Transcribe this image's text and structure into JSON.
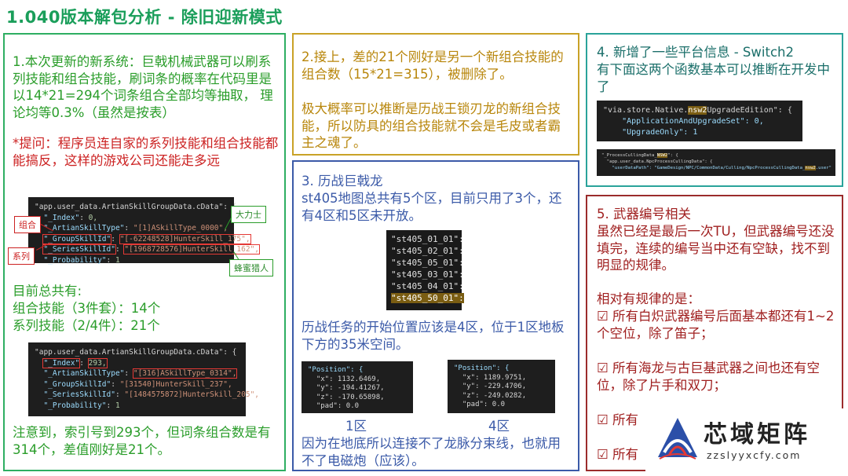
{
  "title": "1.040版本解包分析 - 除旧迎新模式",
  "panel1": {
    "intro": "1.本次更新的新系统：巨戟机械武器可以刷系列技能和组合技能，刷词条的概率在代码里是以14*21=294个词条组合全部均等抽取，  理论均等0.3%（虽然是按表）",
    "note": "*提问：程序员连自家的系列技能和组合技能都能搞反，这样的游戏公司还能走多远",
    "code1": {
      "l1": "\"app.user_data.ArtianSkillGroupData.cData\": {",
      "l2k": "\"_Index\"",
      "l2v": "0,",
      "l3k": "\"_ArtianSkillType\"",
      "l3v": "\"[1]ASkillType_0000\",",
      "l4k": "\"_GroupSkillId\"",
      "l4v": "\"[-62248528]HunterSkill_175\",",
      "l5k": "\"_SeriesSkillId\"",
      "l5v": "\"[1968728576]HunterSkill_162\",",
      "l6k": "\"_Probability\"",
      "l6v": "1"
    },
    "labels": {
      "combo": "组合",
      "series": "系列",
      "strong": "大力士",
      "bee": "蜂蜜猎人"
    },
    "totals_title": "目前总共有:",
    "totals_combo": "组合技能（3件套）：14个",
    "totals_series": "系列技能（2/4件）：21个",
    "code2": {
      "l1": "\"app.user_data.ArtianSkillGroupData.cData\": {",
      "l2k": "\"_Index\"",
      "l2v": "293,",
      "l3k": "\"_ArtianSkillType\"",
      "l3v": "\"[316]ASkillType_0314\",",
      "l4k": "\"_GroupSkillId\"",
      "l4v": "\"[31540]HunterSkill_237\",",
      "l5k": "\"_SeriesSkillId\"",
      "l5v": "\"[1484575872]HunterSkill_205\",",
      "l6k": "\"_Probability\"",
      "l6v": "1"
    },
    "footer": "注意到，索引号到293个，但词条组合数是有314个，差值刚好是21个。"
  },
  "panel2": {
    "p1": "2.接上，差的21个刚好是另一个新组合技能的组合数（15*21=315），被删除了。",
    "p2": "极大概率可以推断是历战王锁刃龙的新组合技能，所以防具的组合技能就不会是毛皮或者霸主之魂了。"
  },
  "panel3": {
    "heading": "3. 历战巨戟龙",
    "p1": "st405地图总共有5个区，目前只用了3个，还有4区和5区未开放。",
    "stage_ids": [
      "\"st405_01_01\":",
      "\"st405_02_01\":",
      "\"st405_05_01\":",
      "\"st405_03_01\":",
      "\"st405_04_01\":",
      "\"st405_50_01\":"
    ],
    "p2": "历战任务的开始位置应该是4区，位于1区地板下方的35米空间。",
    "pos1": {
      "head": "\"Position\": {",
      "x": "\"x\": 1132.6469,",
      "y": "\"y\": -194.41267,",
      "z": "\"z\": -170.65898,",
      "pad": "\"pad\": 0.0"
    },
    "pos2": {
      "head": "\"Position\": {",
      "x": "\"x\": 1189.9751,",
      "y": "\"y\": -229.4706,",
      "z": "\"z\": -249.0282,",
      "pad": "\"pad\": 0.0"
    },
    "cap1": "1区",
    "cap2": "4区",
    "footer": "因为在地底所以连接不了龙脉分束线，也就用不了电磁炮（应该）。"
  },
  "panel4": {
    "p1": "4. 新增了一些平台信息 - Switch2",
    "p2": "有下面这两个函数基本可以推断在开发中了",
    "code_a1": "\"via.store.Native.",
    "code_a1h": "nsw2",
    "code_a1e": "UpgradeEdition\": {",
    "code_a2": "\"ApplicationAndUpgradeSet\": 0,",
    "code_a3": "\"UpgradeOnly\": 1",
    "code_b1": "\"_ProcessCullingData_",
    "code_b1h": "NSW2",
    "code_b1e": "\": {",
    "code_b2": "\"app.user_data.NpcProcessCullingData\": {",
    "code_b3": "\"userDataPath\": \"GameDesign/NPC/CommonData/Culling/NpcProcessCullingData_",
    "code_b3h": "nsw2",
    "code_b3e": ".user\""
  },
  "panel5": {
    "heading": "5. 武器编号相关",
    "p1": "虽然已经是最后一次TU，但武器编号还没填完，连续的编号当中还有空缺，找不到明显的规律。",
    "p2": "相对有规律的是：",
    "i1": "☑ 所有白炽武器编号后面基本都还有1~2个空位，除了笛子；",
    "i2": "☑ 所有海龙与古巨基武器之间也还有空位，除了片手和双刀；",
    "i3": "☑ 所有",
    "i4": "☑ 所有"
  },
  "logo": {
    "name": "芯域矩阵",
    "url": "zzslyyxcfy.com"
  },
  "colors": {
    "green": "#2eae62",
    "gold": "#c9a227",
    "blue": "#3b5aa8",
    "teal": "#2aa39a",
    "darkred": "#9b2c2c",
    "note_red": "#cc2222"
  }
}
